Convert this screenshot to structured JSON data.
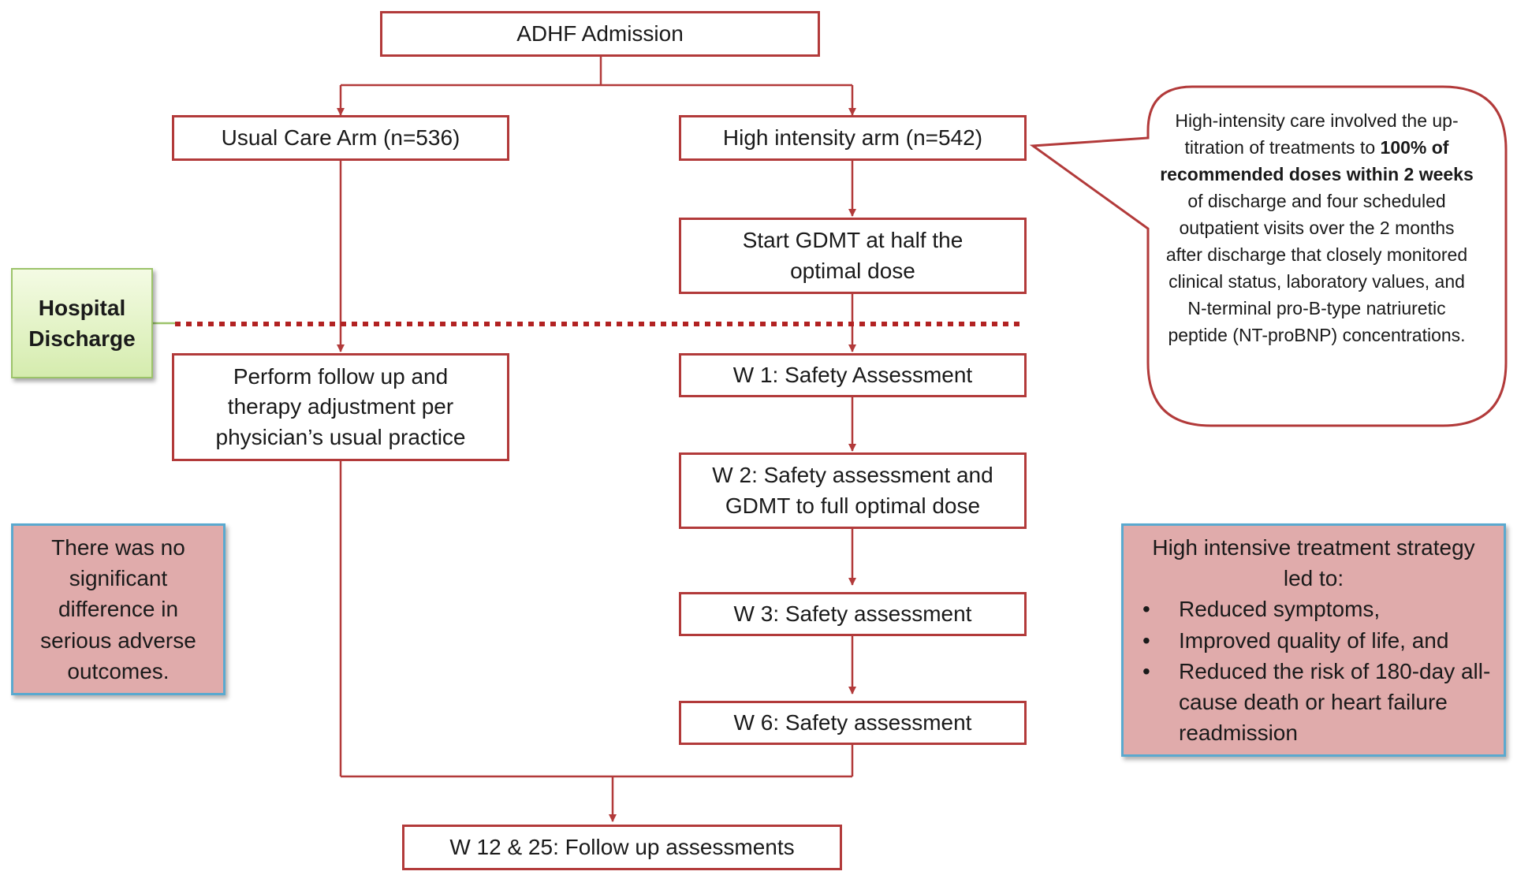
{
  "flowchart": {
    "admission": "ADHF Admission",
    "usual_care_arm": "Usual Care Arm (n=536)",
    "high_intensity_arm": "High intensity arm (n=542)",
    "start_gdmt": "Start GDMT at half the optimal dose",
    "usual_followup": "Perform follow up and therapy adjustment per physician’s usual practice",
    "w1": "W 1: Safety Assessment",
    "w2": "W 2: Safety assessment and GDMT to full optimal dose",
    "w3": "W 3: Safety assessment",
    "w6": "W 6: Safety assessment",
    "w12_25": "W 12 & 25: Follow up assessments"
  },
  "hospital_discharge": "Hospital Discharge",
  "callout": {
    "text_before": "High-intensity care involved the up-titration of treatments to ",
    "text_bold": "100% of recommended doses within 2 weeks",
    "text_after": " of discharge and four scheduled outpatient visits over the 2 months after discharge that closely monitored clinical status, laboratory values, and N-terminal pro-B-type natriuretic peptide (NT-proBNP) concentrations."
  },
  "left_note": "There was no significant difference in serious adverse outcomes.",
  "right_note": {
    "heading": "High intensive treatment strategy led to:",
    "bullet_symbol": "•",
    "items": [
      "Reduced symptoms,",
      "Improved quality of life, and",
      "Reduced the risk of 180-day all-cause death or heart failure readmission"
    ]
  },
  "colors": {
    "box_border": "#b23a3a",
    "arrow": "#b23a3a",
    "discharge_line": "#b22222",
    "note_fill": "#e0abab",
    "note_border": "#5aa9cf",
    "discharge_fill": "#d5ecae"
  }
}
